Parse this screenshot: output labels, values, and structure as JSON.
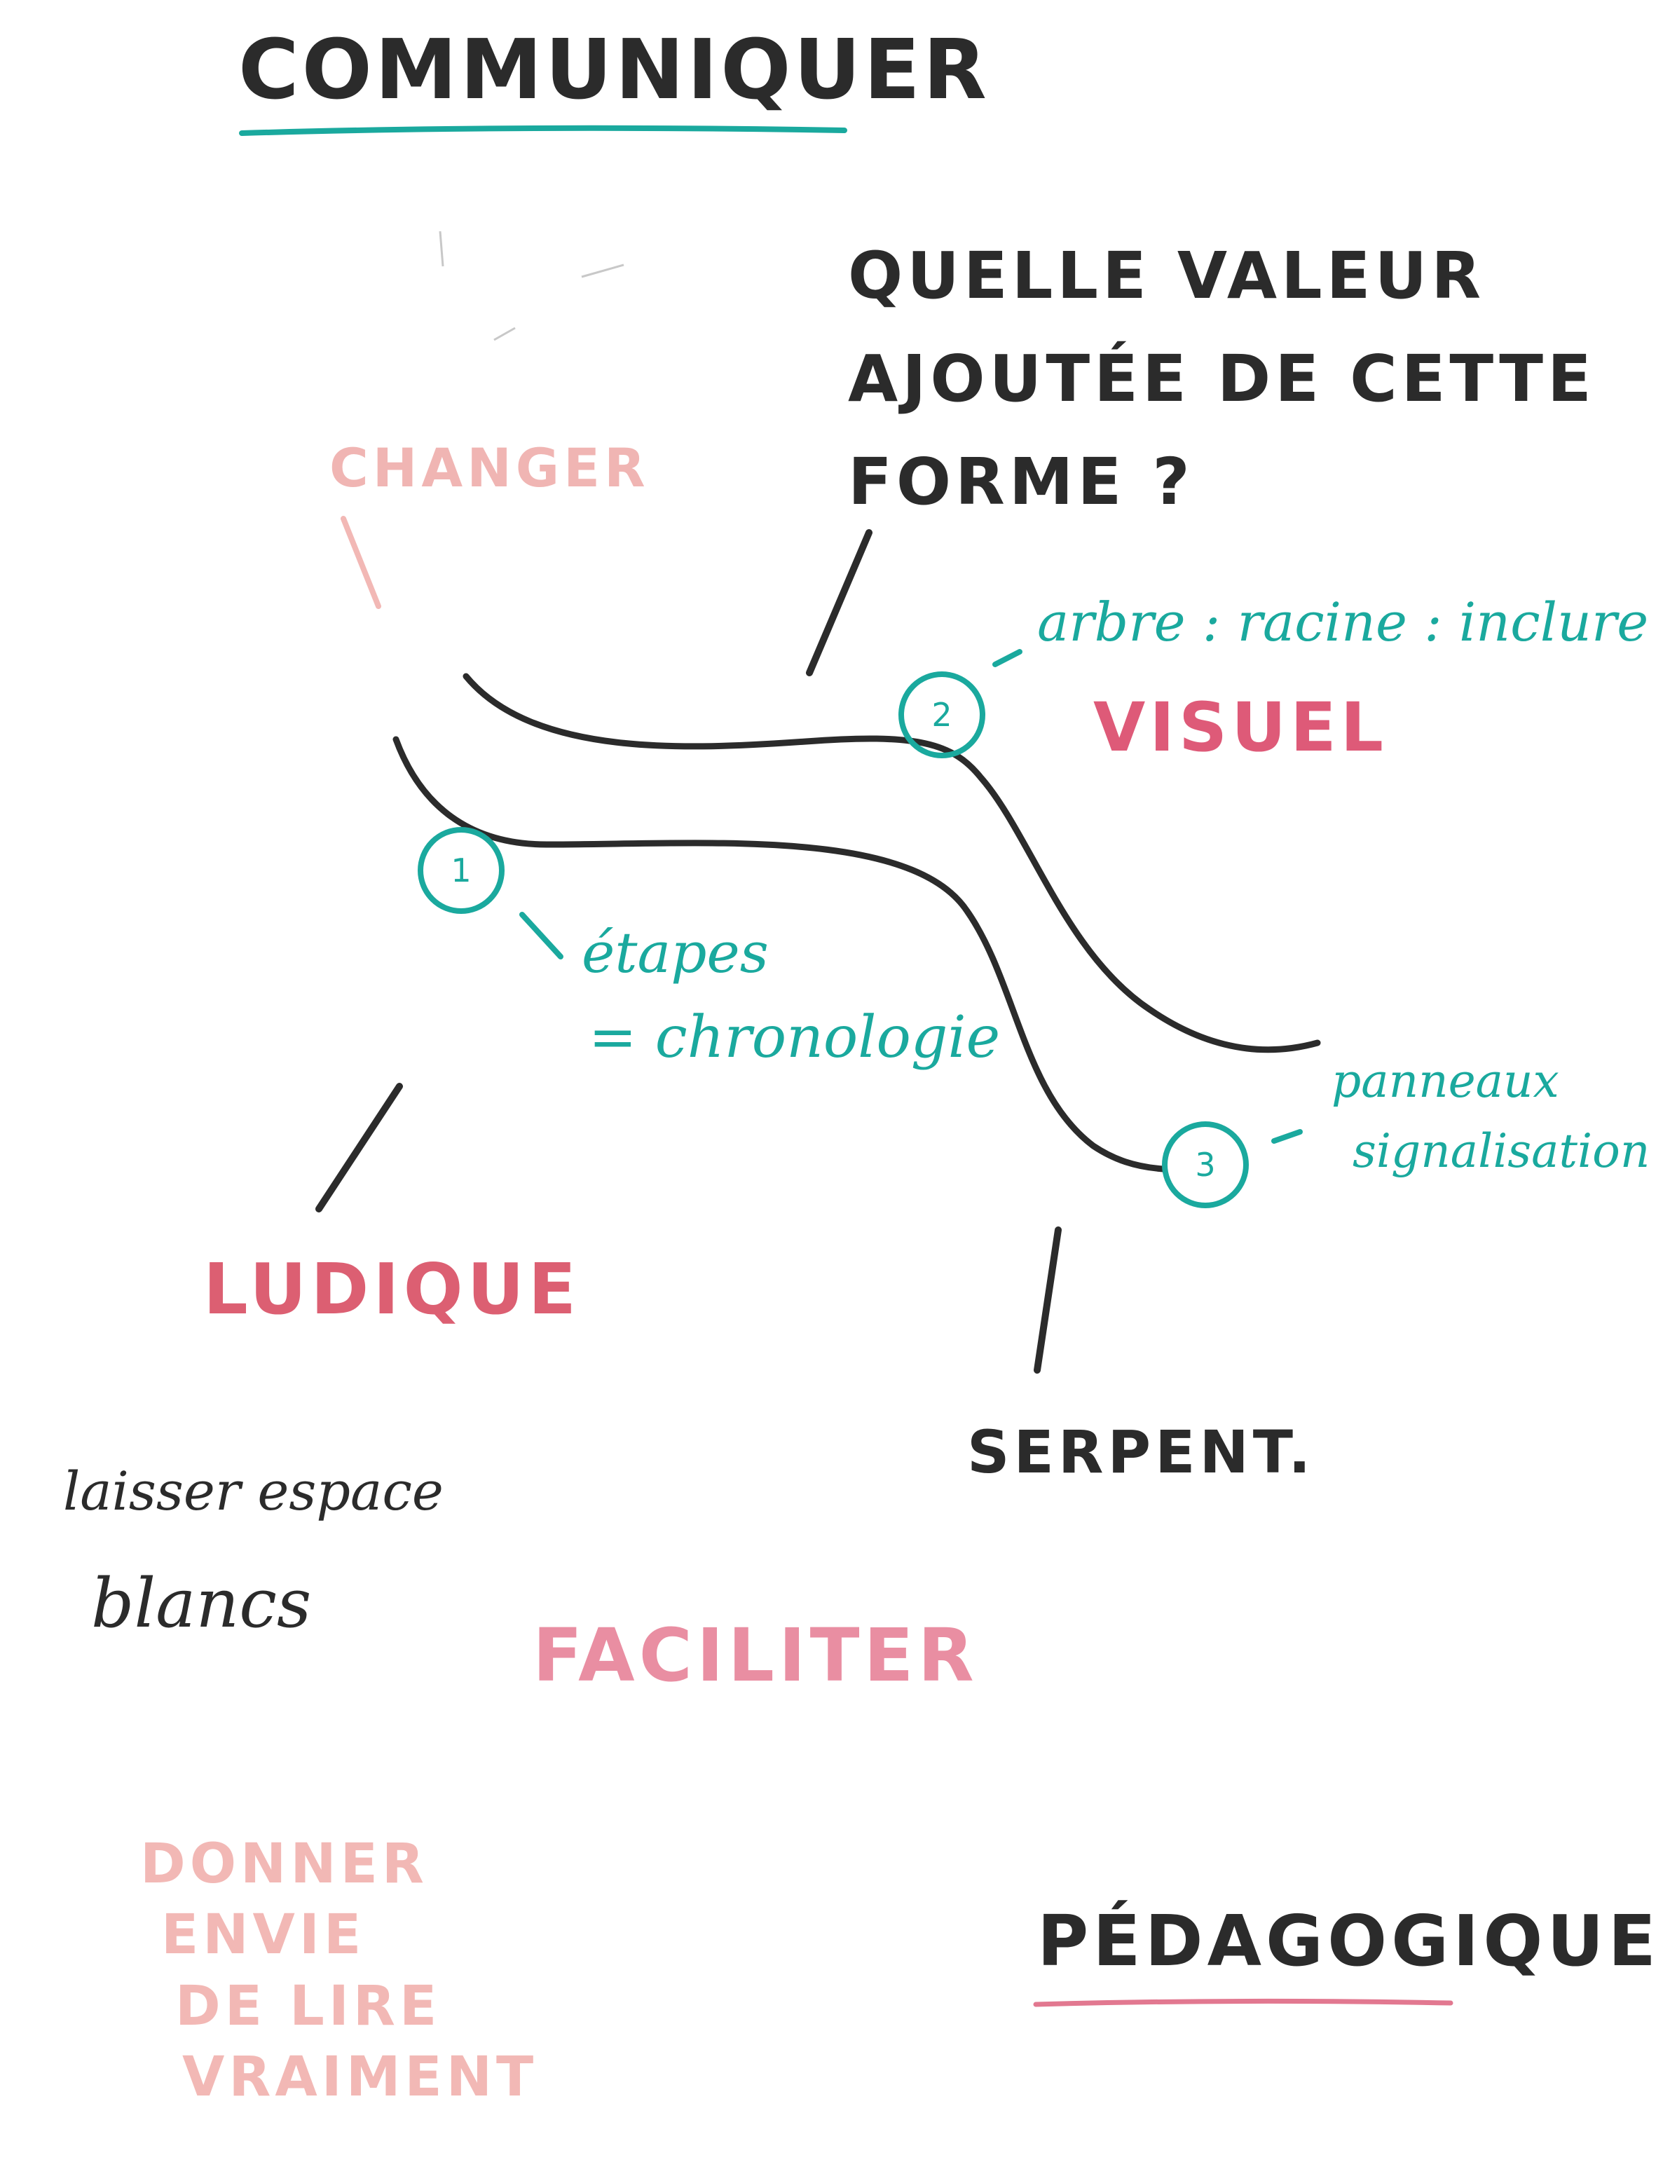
{
  "title": "COMMUNIQUER",
  "question": {
    "line1": "QUELLE VALEUR",
    "line2": "AJOUTÉE DE CETTE",
    "line3": "FORME ?"
  },
  "keywords": {
    "changer": "CHANGER",
    "visuel": "VISUEL",
    "ludique": "LUDIQUE",
    "serpent": "SERPENT.",
    "faciliter": "FACILITER",
    "pedagogique": "PÉDAGOGIQUE"
  },
  "notes": {
    "arbre": "arbre : racine : inclure",
    "etapes": "étapes",
    "chronologie": "= chronologie",
    "panneaux": "panneaux",
    "signalisation": "signalisation",
    "laisser": "laisser espace",
    "blancs": "blancs"
  },
  "donner": {
    "line1": "DONNER",
    "line2": "ENVIE",
    "line3": "DE LIRE",
    "line4": "VRAIMENT"
  },
  "numbers": {
    "one": "1",
    "two": "2",
    "three": "3"
  },
  "colors": {
    "ink": "#2b2b2b",
    "teal": "#1aa99e",
    "pink": "#dc5f72",
    "light_pink": "#f2b8b5"
  }
}
